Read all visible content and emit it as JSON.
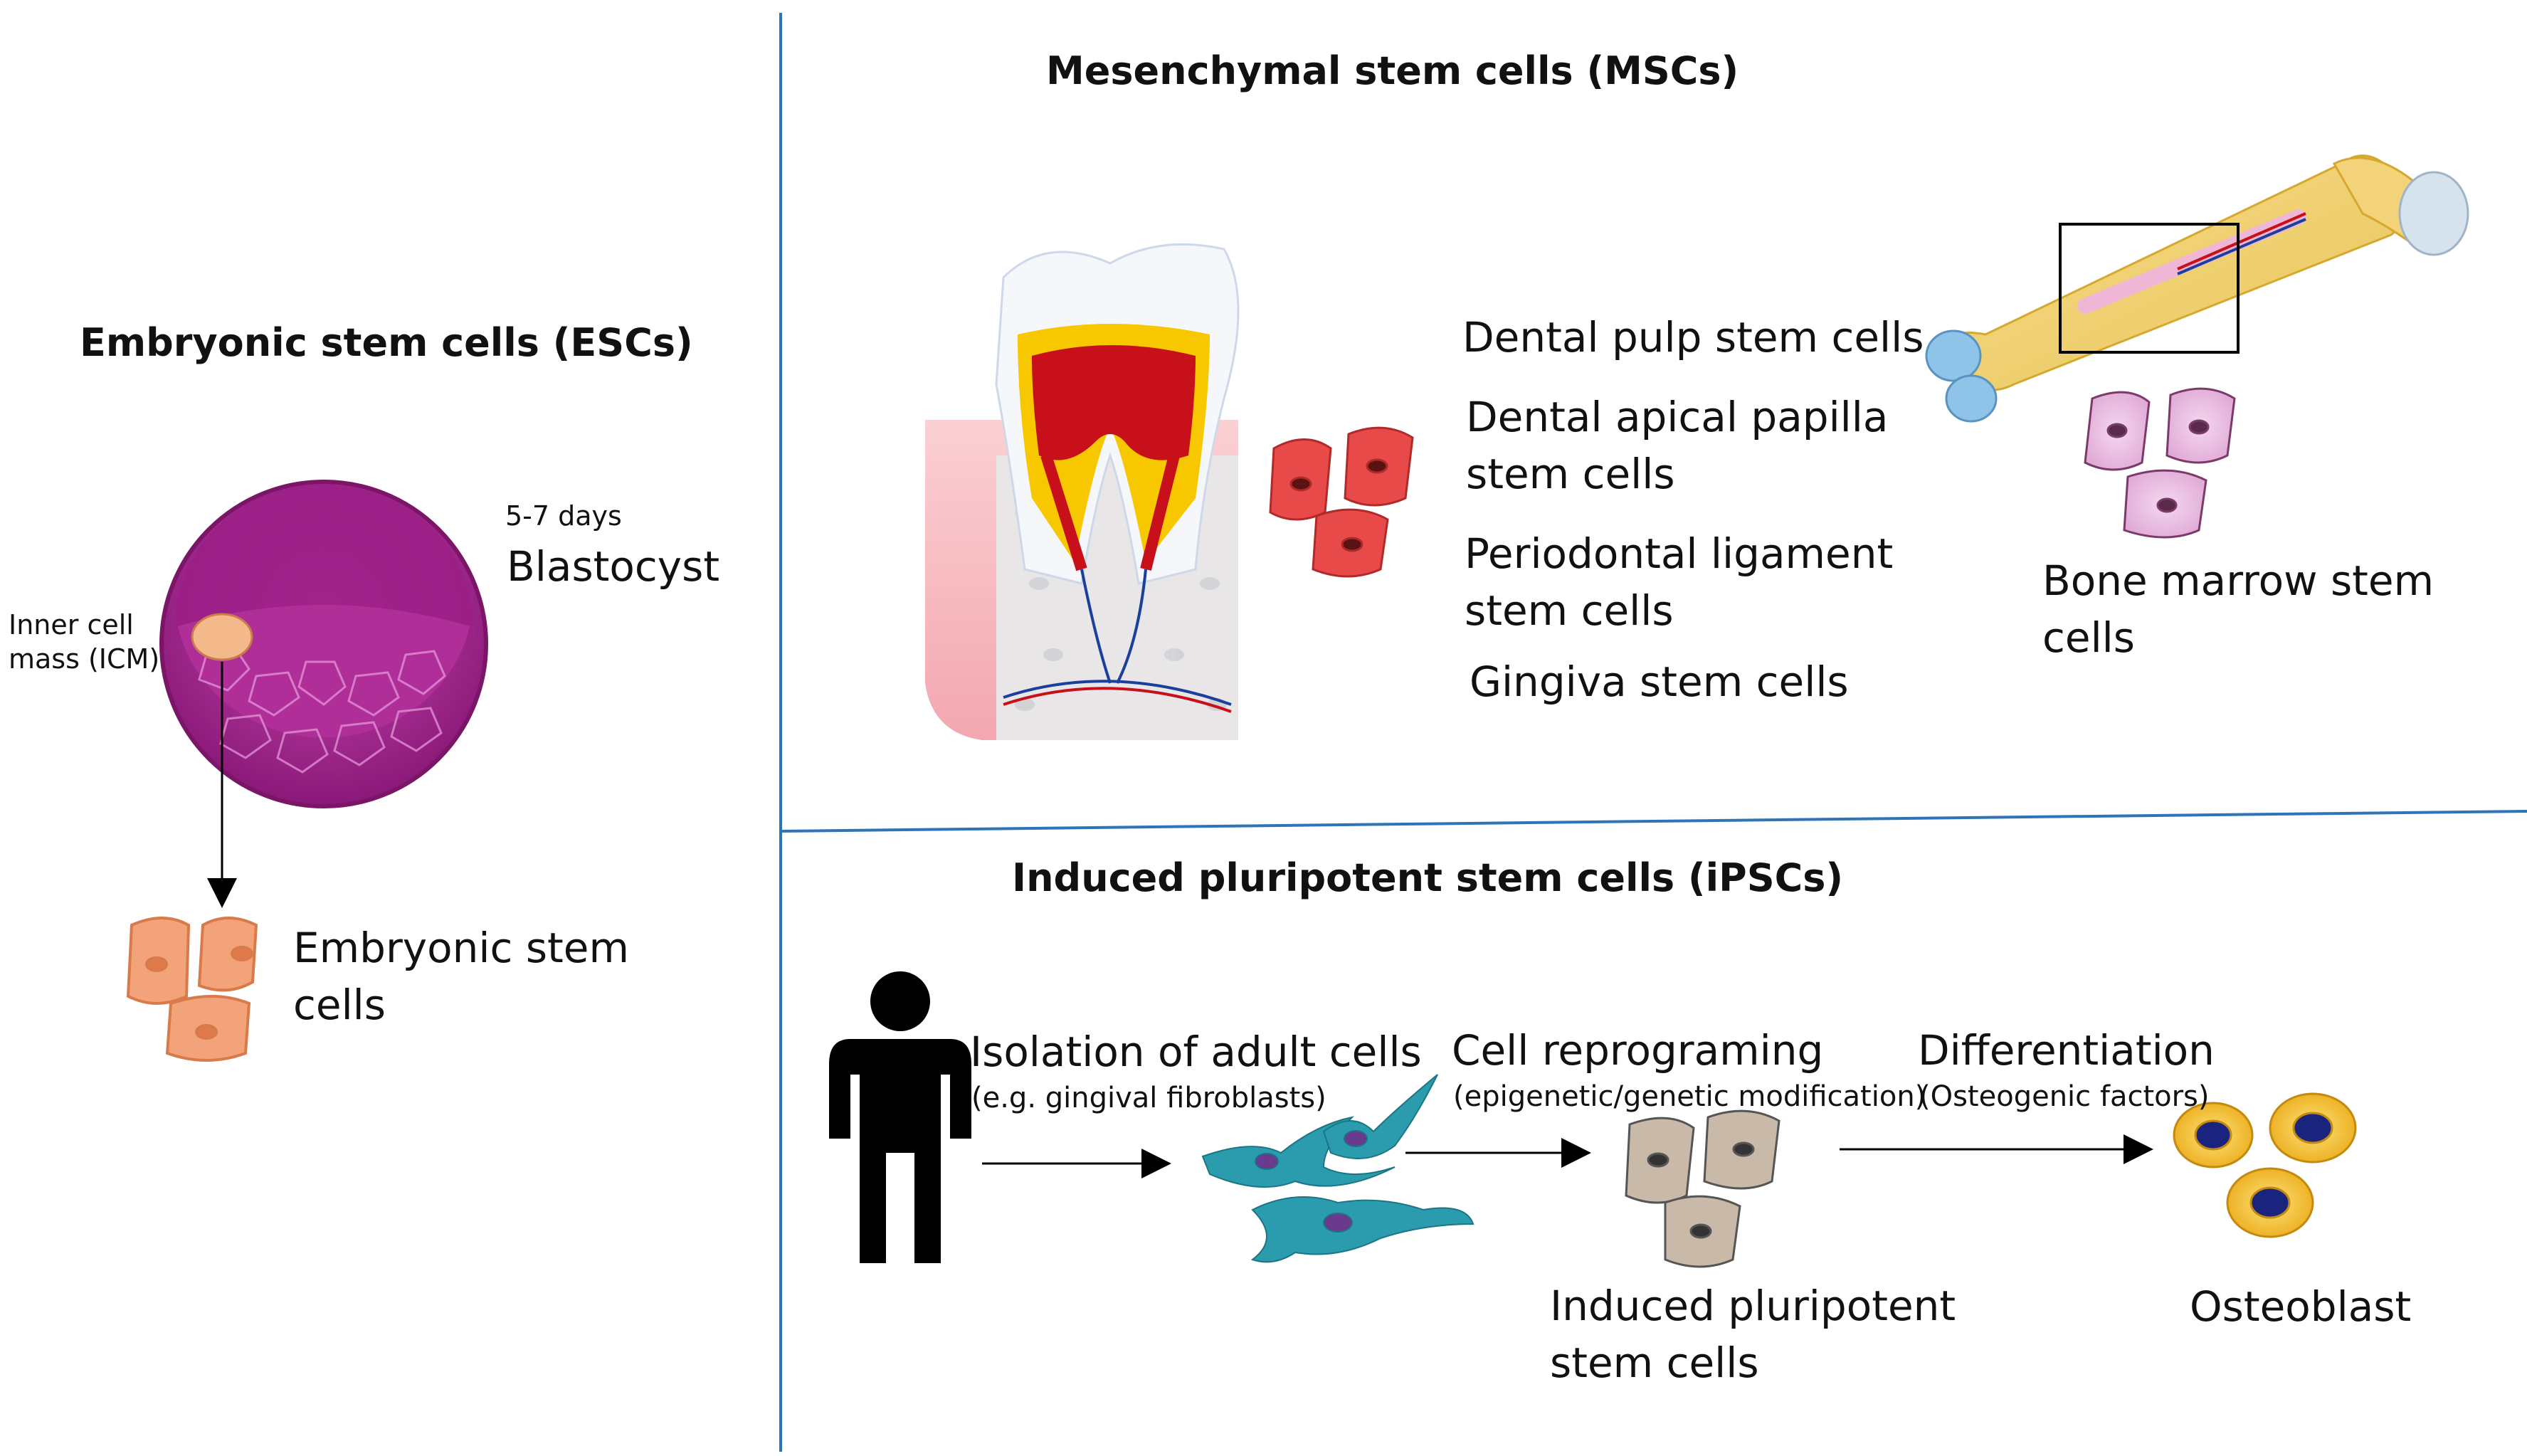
{
  "esc": {
    "title": "Embryonic stem cells (ESCs)",
    "days": "5-7 days",
    "blastocyst": "Blastocyst",
    "icm_line1": "Inner cell",
    "icm_line2": "mass (ICM)",
    "cells_line1": "Embryonic stem",
    "cells_line2": "cells"
  },
  "msc": {
    "title": "Mesenchymal stem cells (MSCs)",
    "dental_pulp": "Dental pulp stem cells",
    "apical_line1": "Dental apical papilla",
    "apical_line2": "stem cells",
    "perio_line1": "Periodontal ligament",
    "perio_line2": "stem cells",
    "gingiva": "Gingiva stem cells",
    "marrow_line1": "Bone marrow stem",
    "marrow_line2": "cells"
  },
  "ipsc": {
    "title": "Induced pluripotent stem cells (iPSCs)",
    "isolation": "Isolation of adult cells",
    "isolation_sub": "(e.g. gingival fibroblasts)",
    "reprog": "Cell reprograming",
    "reprog_sub": "(epigenetic/genetic modification)",
    "diff": "Differentiation",
    "diff_sub": "(Osteogenic factors)",
    "ipsc_line1": "Induced pluripotent",
    "ipsc_line2": "stem cells",
    "osteoblast": "Osteoblast"
  },
  "colors": {
    "divider": "#2e75b6",
    "blastocyst": "#a8238f",
    "esc_cell": "#f2a37a",
    "dental_cell": "#e84a4a",
    "marrow_cell": "#e8bfe0",
    "fibroblast": "#2a9cae",
    "ipsc_cell": "#c9b9a8",
    "osteoblast": "#f4c43a"
  },
  "icons": [
    "blastocyst-icon",
    "tooth-icon",
    "bone-icon",
    "person-icon",
    "fibroblast-icon",
    "cell-icon"
  ]
}
